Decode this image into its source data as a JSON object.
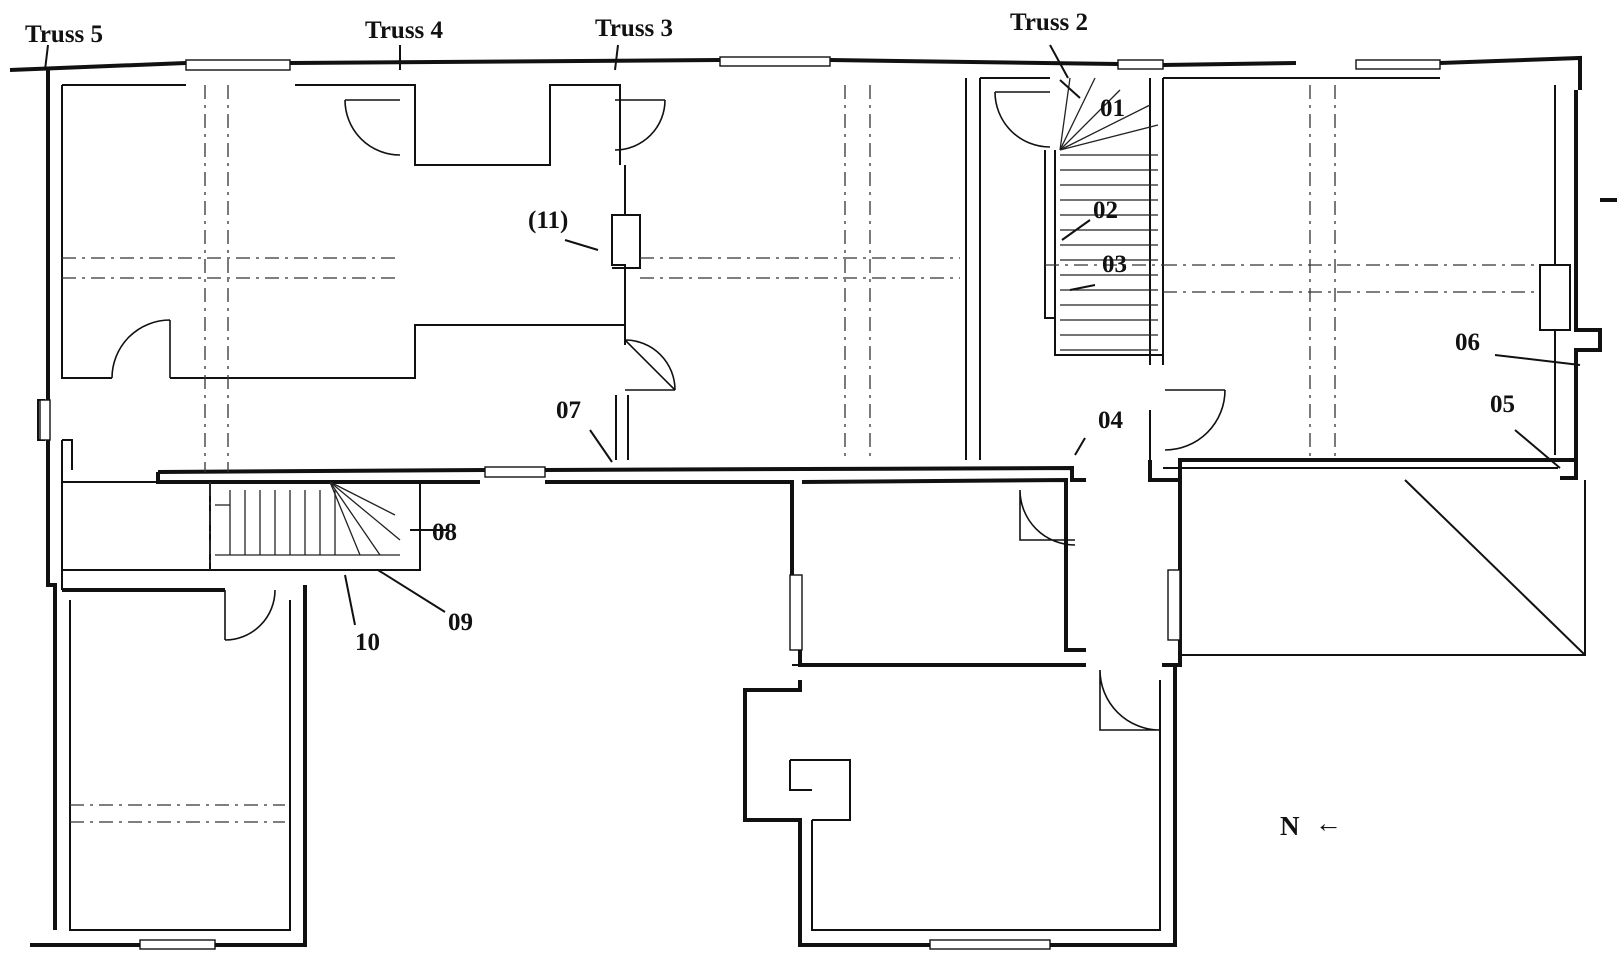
{
  "labels": {
    "truss5": "Truss 5",
    "truss4": "Truss 4",
    "truss3": "Truss 3",
    "truss2": "Truss 2",
    "p01": "01",
    "p02": "02",
    "p03": "03",
    "p04": "04",
    "p05": "05",
    "p06": "06",
    "p07": "07",
    "p08": "08",
    "p09": "09",
    "p10": "10",
    "p11": "(11)"
  },
  "north": {
    "letter": "N",
    "arrow": "←"
  }
}
